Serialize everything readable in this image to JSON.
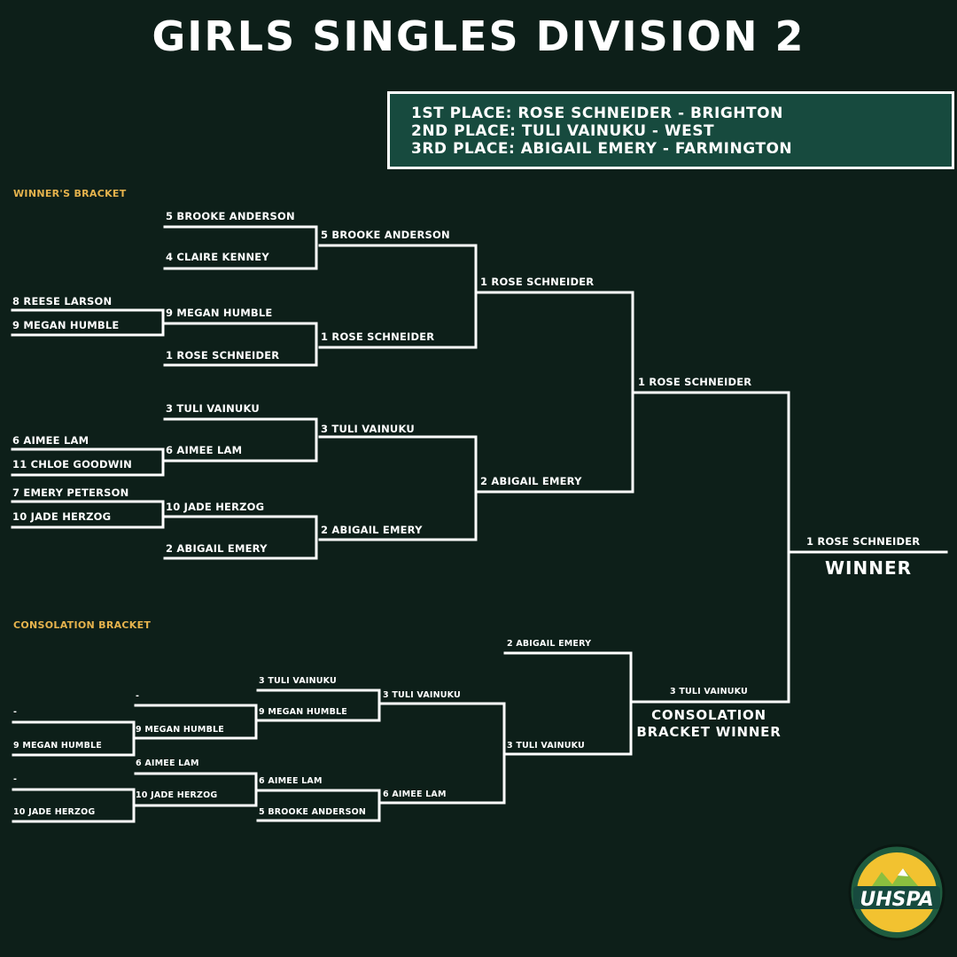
{
  "title": "GIRLS SINGLES DIVISION 2",
  "results": [
    "1ST PLACE: ROSE SCHNEIDER - BRIGHTON",
    "2ND PLACE: TULI VAINUKU - WEST",
    "3RD PLACE: ABIGAIL EMERY - FARMINGTON"
  ],
  "winners_bracket": {
    "label": "WINNER'S BRACKET",
    "play_in": [
      [
        "8 REESE LARSON",
        "9 MEGAN HUMBLE"
      ],
      [
        "6 AIMEE LAM",
        "11 CHLOE GOODWIN"
      ],
      [
        "7 EMERY PETERSON",
        "10 JADE HERZOG"
      ]
    ],
    "round1": [
      "5 BROOKE ANDERSON",
      "4 CLAIRE KENNEY",
      "9 MEGAN HUMBLE",
      "1 ROSE SCHNEIDER",
      "3 TULI VAINUKU",
      "6 AIMEE LAM",
      "10 JADE HERZOG",
      "2 ABIGAIL EMERY"
    ],
    "quarterfinals": [
      "5 BROOKE ANDERSON",
      "1 ROSE SCHNEIDER",
      "3 TULI VAINUKU",
      "2 ABIGAIL EMERY"
    ],
    "semifinals": [
      "1 ROSE SCHNEIDER",
      "2 ABIGAIL EMERY"
    ],
    "final": [
      "1 ROSE SCHNEIDER",
      "3 TULI VAINUKU"
    ],
    "champion": "1 ROSE SCHNEIDER",
    "winner_caption": "WINNER"
  },
  "consolation_bracket": {
    "label": "CONSOLATION BRACKET",
    "round1": [
      "-",
      "9 MEGAN HUMBLE",
      "-",
      "10 JADE HERZOG"
    ],
    "round2": [
      "-",
      "9 MEGAN HUMBLE",
      "6 AIMEE LAM",
      "10 JADE HERZOG"
    ],
    "round3": [
      "3 TULI VAINUKU",
      "9 MEGAN HUMBLE",
      "6 AIMEE LAM",
      "5 BROOKE ANDERSON"
    ],
    "round4": [
      "3 TULI VAINUKU",
      "6 AIMEE LAM"
    ],
    "semifinal": "3 TULI VAINUKU",
    "final_opponent": "2 ABIGAIL EMERY",
    "winner": "3 TULI VAINUKU",
    "winner_caption": "CONSOLATION BRACKET WINNER"
  },
  "logo": {
    "text": "UHSPA",
    "colors": {
      "ring": "#1f5c3f",
      "mountain": "#8bbf3f",
      "sun": "#f2c230",
      "badge": "#174a3e"
    }
  },
  "colors": {
    "background": "#0d1f19",
    "lines": "#ffffff",
    "section_label": "#e6b34d",
    "results_box": "#174a3e"
  }
}
